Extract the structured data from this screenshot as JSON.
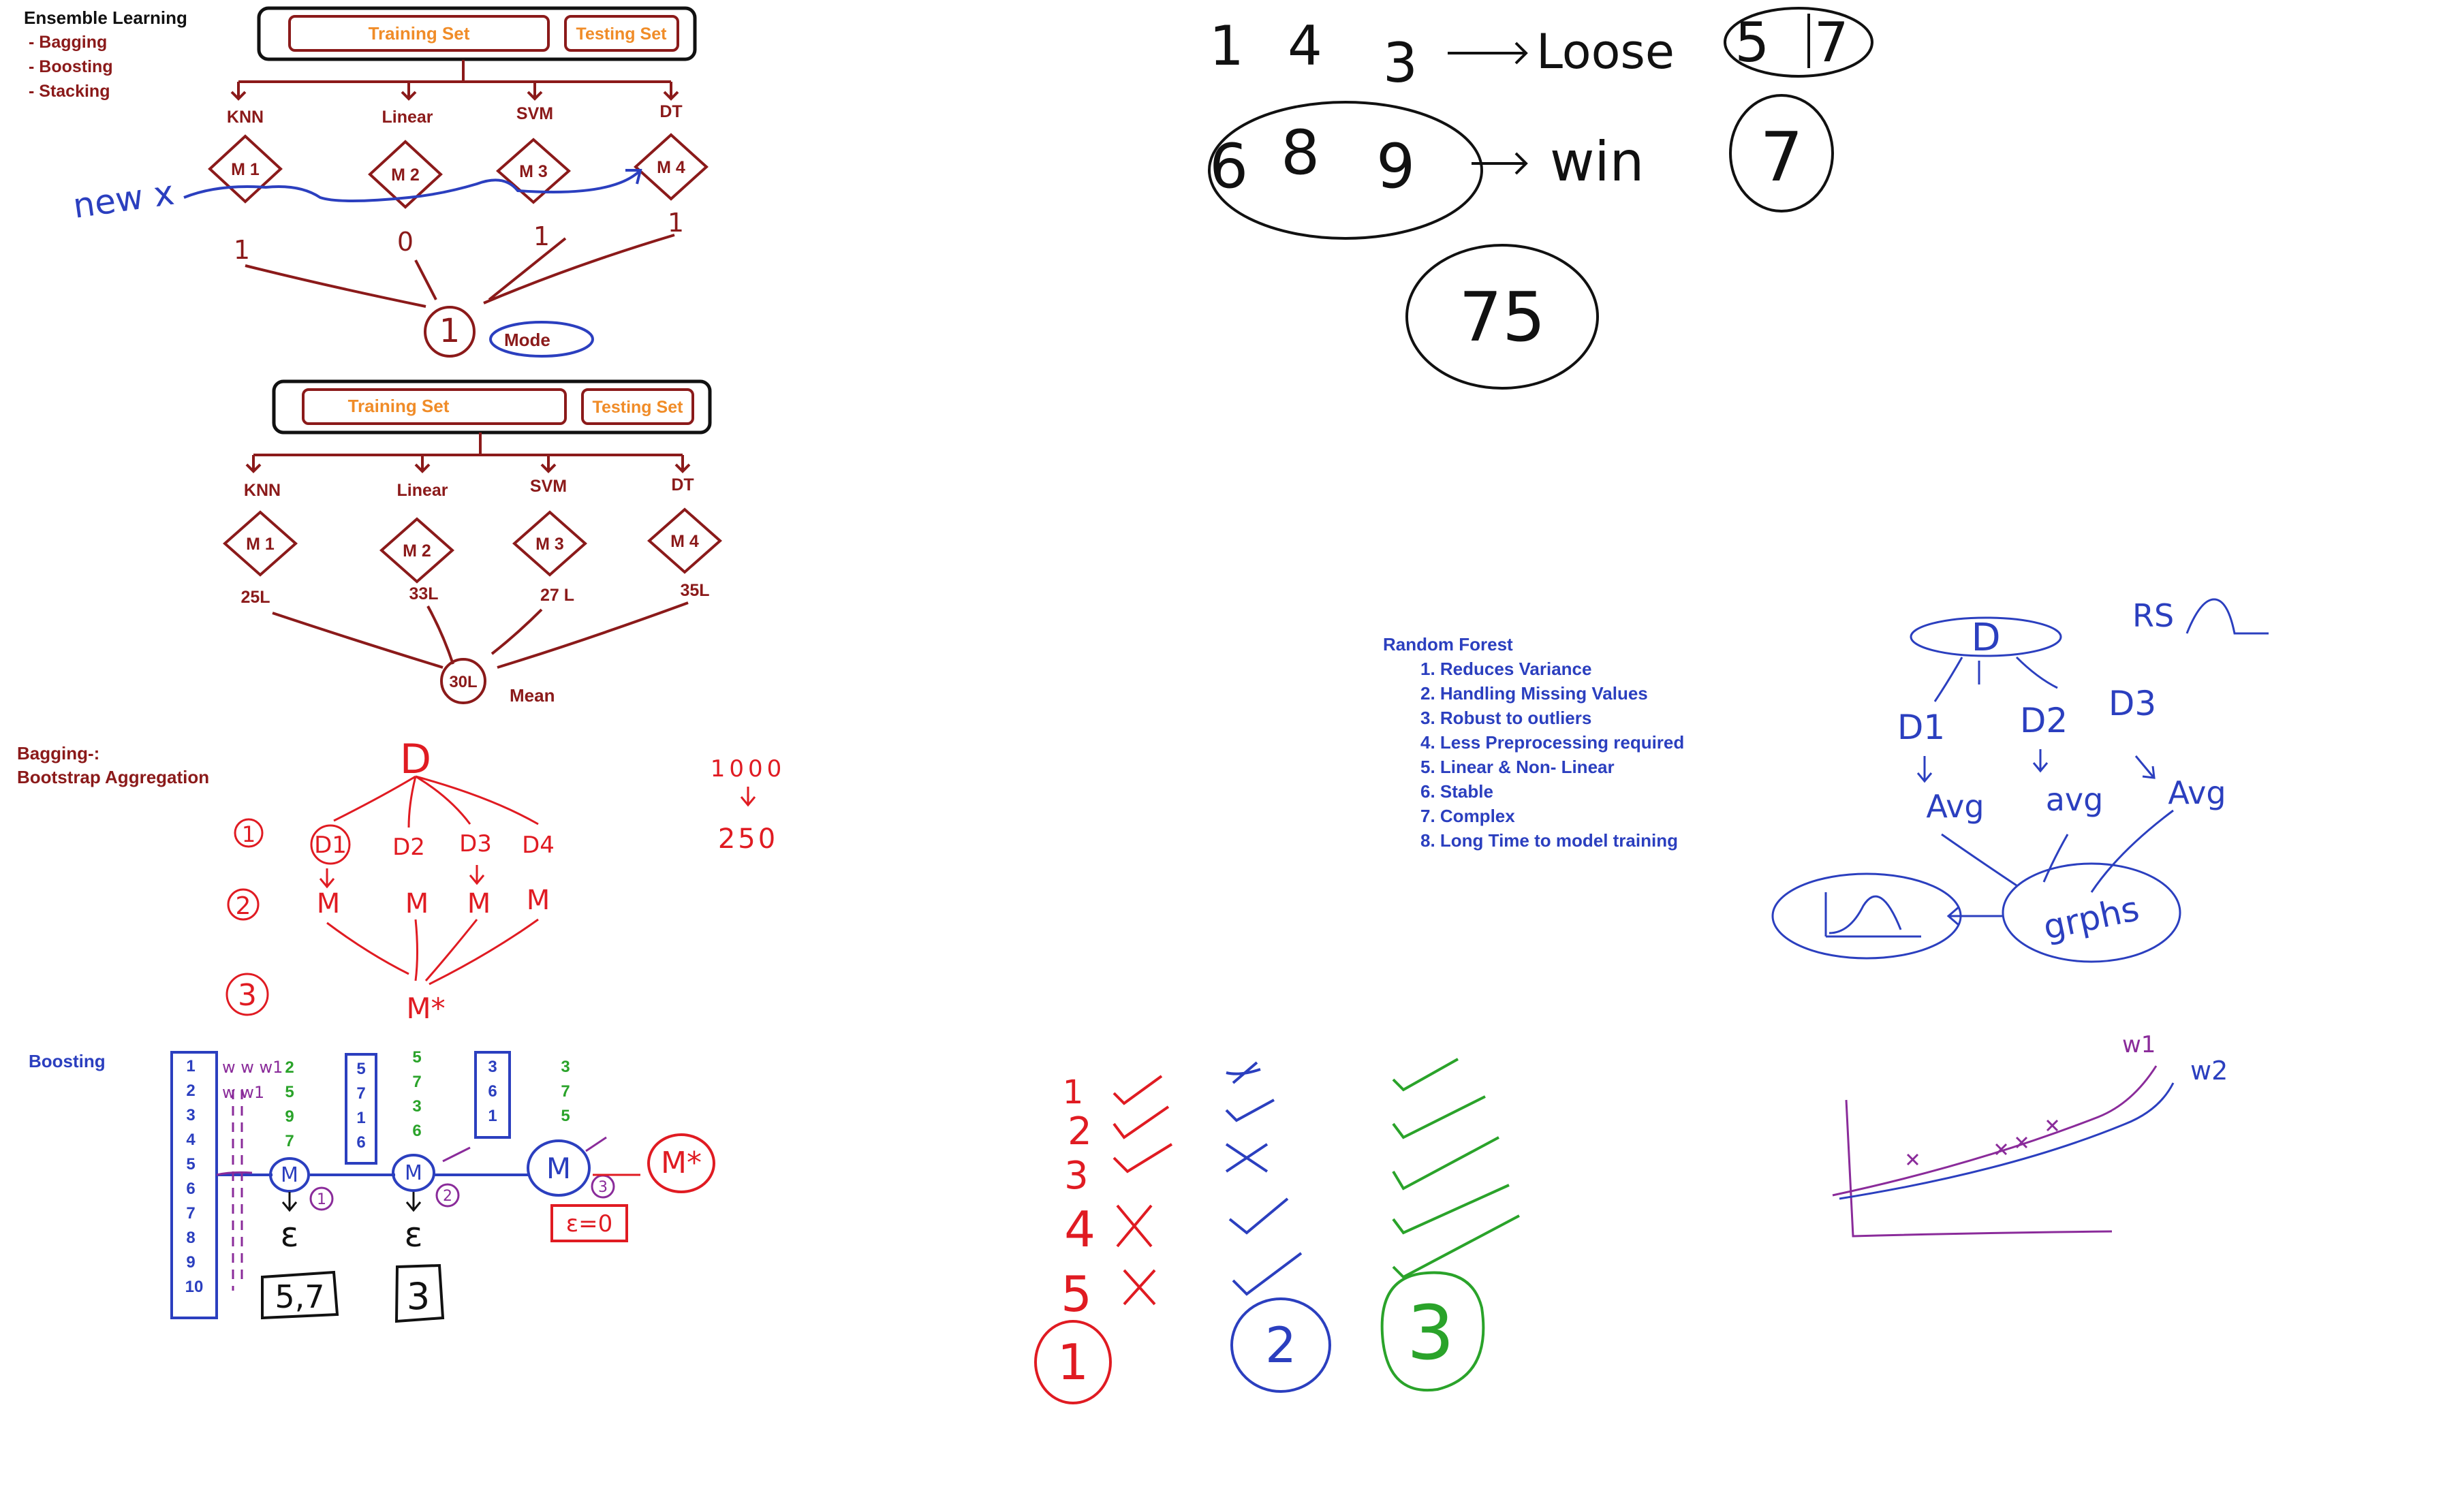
{
  "colors": {
    "maroon": "#8b1a1a",
    "orange": "#f08c28",
    "blue": "#2b3fbf",
    "red": "#e01b22",
    "green": "#2aa32a",
    "purple": "#8a2b9a",
    "black": "#111111"
  },
  "header": {
    "title": "Ensemble Learning",
    "items": [
      "- Bagging",
      "- Boosting",
      "- Stacking"
    ]
  },
  "classification": {
    "training_set": "Training Set",
    "testing_set": "Testing Set",
    "algorithms": [
      "KNN",
      "Linear",
      "SVM",
      "DT"
    ],
    "models": [
      "M 1",
      "M 2",
      "M 3",
      "M 4"
    ],
    "new_input": "new x",
    "predictions": [
      "1",
      "0",
      "1",
      "1"
    ],
    "result": "1",
    "aggregate": "Mode"
  },
  "regression": {
    "training_set": "Training Set",
    "testing_set": "Testing Set",
    "algorithms": [
      "KNN",
      "Linear",
      "SVM",
      "DT"
    ],
    "models": [
      "M 1",
      "M 2",
      "M 3",
      "M 4"
    ],
    "predictions": [
      "25L",
      "33L",
      "27 L",
      "35L"
    ],
    "result": "30L",
    "aggregate": "Mean"
  },
  "bagging": {
    "title_line1": "Bagging-:",
    "title_line2": "Bootstrap Aggregation",
    "dataset": "D",
    "samples": [
      "D1",
      "D2",
      "D3",
      "D4"
    ],
    "model": "M",
    "final_model": "M*",
    "steps": [
      "1",
      "2",
      "3"
    ],
    "sample_count_from": "1000",
    "sample_count_to": "250"
  },
  "boosting": {
    "title": "Boosting",
    "records": [
      "1",
      "2",
      "3",
      "4",
      "5",
      "6",
      "7",
      "8",
      "9",
      "10"
    ],
    "weights_col": [
      "w w w1",
      "w w1"
    ],
    "wrong_1": [
      "2",
      "5",
      "9",
      "7"
    ],
    "set_2": [
      "5",
      "7",
      "1",
      "6"
    ],
    "wrong_2": [
      "5",
      "7",
      "3",
      "6"
    ],
    "set_3": [
      "3",
      "6",
      "1"
    ],
    "wrong_3": [
      "3",
      "7",
      "5"
    ],
    "model": "M",
    "model_numbers": [
      "1",
      "2",
      "3"
    ],
    "error": "ε",
    "error_box_1": "5,7",
    "error_box_2": "3",
    "error_box_3": "ε=0",
    "final_model": "M*"
  },
  "game": {
    "row1": [
      "1",
      "4",
      "3"
    ],
    "loose": "Loose",
    "score_box": "5 7",
    "row2": [
      "6",
      "8",
      "9"
    ],
    "win": "win",
    "circled_7": "7",
    "circled_75": "75"
  },
  "random_forest": {
    "title": "Random Forest",
    "items": [
      "1. Reduces Variance",
      "2. Handling Missing Values",
      "3. Robust to outliers",
      "4. Less Preprocessing required",
      "5. Linear & Non- Linear",
      "6. Stable",
      "7. Complex",
      "8. Long Time to model training"
    ]
  },
  "regression_forest": {
    "dataset": "D",
    "rs_label": "RS",
    "subsets": [
      "D1",
      "D2",
      "D3"
    ],
    "avg_labels": [
      "Avg",
      "avg",
      "Avg"
    ],
    "graphs": "grphs"
  },
  "votes": {
    "rows": [
      "1",
      "2",
      "3",
      "4",
      "5"
    ],
    "results": [
      "1",
      "2",
      "3"
    ]
  },
  "weights_plot": {
    "w1": "w1",
    "w2": "w2"
  }
}
